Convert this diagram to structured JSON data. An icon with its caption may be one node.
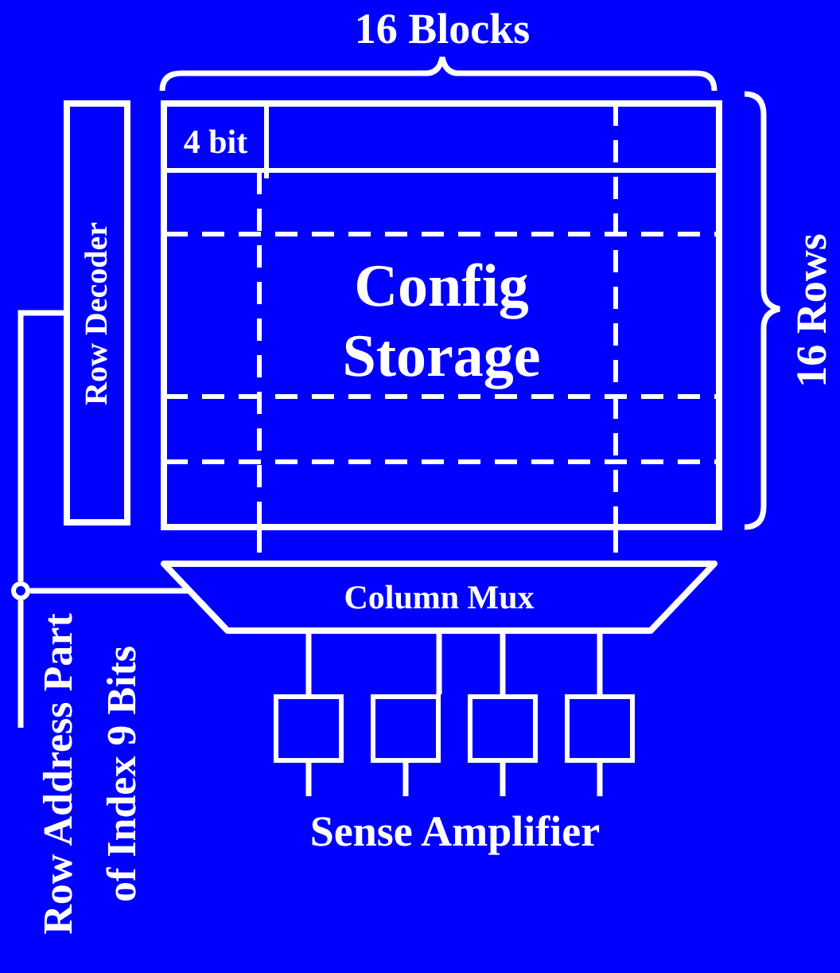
{
  "diagram": {
    "nodes": [
      {
        "text": [
          "Row Decoder"
        ]
      },
      {
        "text": [
          "Config Storage"
        ]
      },
      {
        "text": [
          "4 bit"
        ],
        "in": 1
      },
      {
        "text": [
          "Column Mux"
        ]
      },
      {
        "text": [],
        "shape": "box"
      },
      {
        "text": [],
        "shape": "box"
      },
      {
        "text": [],
        "shape": "box"
      },
      {
        "text": [],
        "shape": "box"
      },
      {
        "text": [],
        "shape": "circle"
      }
    ],
    "edges": [
      {
        "from": null,
        "to": 8,
        "arrow": "none"
      },
      {
        "from": 8,
        "to": 0,
        "arrow": "none"
      },
      {
        "from": 8,
        "to": 3,
        "arrow": "none"
      },
      {
        "from": 3,
        "to": 4,
        "arrow": "none"
      },
      {
        "from": 3,
        "to": 5,
        "arrow": "none"
      },
      {
        "from": 3,
        "to": 6,
        "arrow": "none"
      },
      {
        "from": 3,
        "to": 7,
        "arrow": "none"
      },
      {
        "from": 4,
        "to": null,
        "arrow": "none"
      },
      {
        "from": 5,
        "to": null,
        "arrow": "none"
      },
      {
        "from": 6,
        "to": null,
        "arrow": "none"
      },
      {
        "from": 7,
        "to": null,
        "arrow": "none"
      },
      {
        "from": 1,
        "to": 3,
        "arrow": "none",
        "style": "dashed"
      },
      {
        "from": 1,
        "to": 3,
        "arrow": "none",
        "style": "dashed"
      }
    ],
    "labels": [
      "16 Blocks",
      "16 Rows",
      "Row Address Part of Index 9 Bits",
      "Sense Amplifier"
    ]
  }
}
